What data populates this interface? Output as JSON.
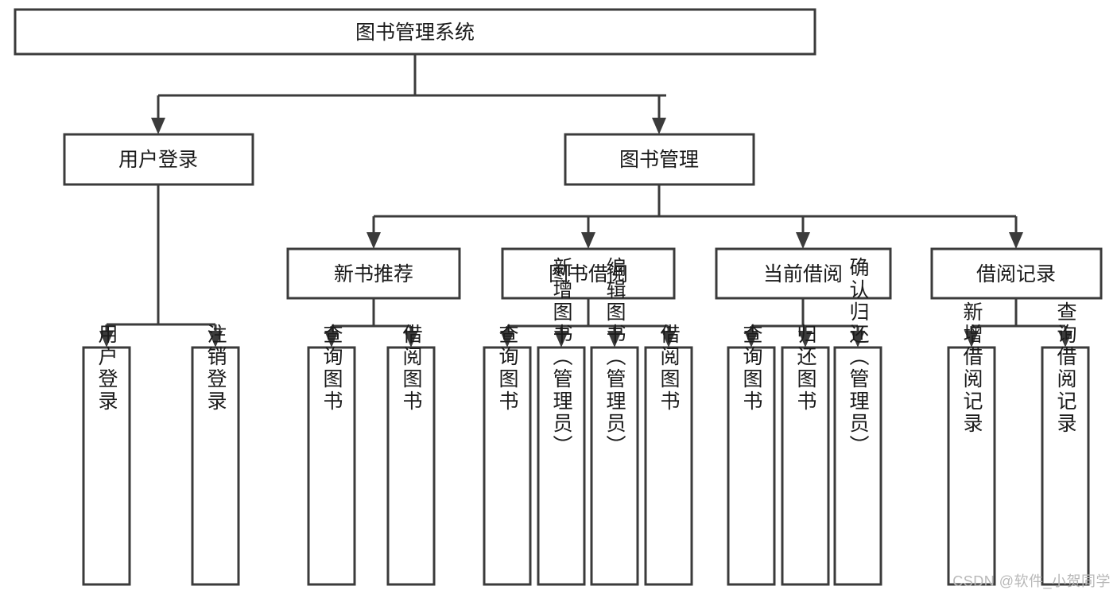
{
  "diagram": {
    "type": "hierarchy-tree",
    "title": "图书管理系统",
    "watermark": "CSDN @软件_小贺同学",
    "colors": {
      "box_stroke": "#3b3b3b",
      "box_fill": "#ffffff",
      "text": "#1a1a1a",
      "background": "#ffffff",
      "watermark": "#b8b8b8"
    },
    "levels": {
      "root": "图书管理系统",
      "level2": [
        "用户登录",
        "图书管理"
      ],
      "level3": [
        "新书推荐",
        "图书借阅",
        "当前借阅",
        "借阅记录"
      ]
    },
    "nodes": {
      "root": {
        "label": "图书管理系统"
      },
      "user_login": {
        "label": "用户登录"
      },
      "book_manage": {
        "label": "图书管理"
      },
      "new_book_rec": {
        "label": "新书推荐"
      },
      "book_borrow": {
        "label": "图书借阅"
      },
      "current_borrow": {
        "label": "当前借阅"
      },
      "borrow_record": {
        "label": "借阅记录"
      }
    },
    "leaves": {
      "user_login": [
        {
          "label": "用户登录"
        },
        {
          "label": "注销登录"
        }
      ],
      "new_book_rec": [
        {
          "label": "查询图书"
        },
        {
          "label": "借阅图书"
        }
      ],
      "book_borrow": [
        {
          "label": "查询图书"
        },
        {
          "label": "新增图书（管理员）"
        },
        {
          "label": "编辑图书（管理员）"
        },
        {
          "label": "借阅图书"
        }
      ],
      "current_borrow": [
        {
          "label": "查询图书"
        },
        {
          "label": "归还图书"
        },
        {
          "label": "确认归还（管理员）"
        }
      ],
      "borrow_record": [
        {
          "label": "新增借阅记录"
        },
        {
          "label": "查询借阅记录"
        }
      ]
    }
  }
}
